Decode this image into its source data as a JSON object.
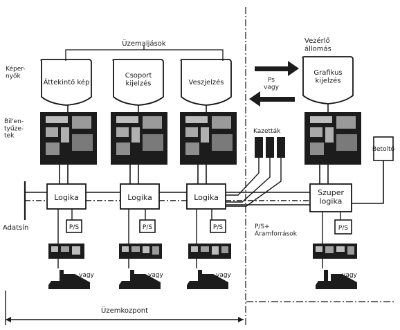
{
  "diagram": {
    "title_group": "Üzemaljások",
    "screens_label": "Képer-\nnyők",
    "keyboards_label": "Bil'en-\ntyűze-\ntek",
    "data_bus_label": "Adatsín",
    "plant_center_label": "Üzemkozpont",
    "control_station_label": "Vezérlő\nállomás",
    "cassettes_label": "Kazetták",
    "loader_label": "Betoltő",
    "psu_current_label": "P/S+\nÁramforrások",
    "monitors": [
      {
        "text": "Áttekintő kép"
      },
      {
        "text": "Csoport\nkijelzés"
      },
      {
        "text": "Veszjelzés"
      },
      {
        "text": "Grafikus\nkijelzés"
      }
    ],
    "logic_units": [
      {
        "text": "Logika"
      },
      {
        "text": "Logika"
      },
      {
        "text": "Logika"
      },
      {
        "text": "Szuper\nlogika"
      }
    ],
    "psu_label": "P/S",
    "or_label": "vagy",
    "ps_or_label": "Ps\nvagy"
  }
}
